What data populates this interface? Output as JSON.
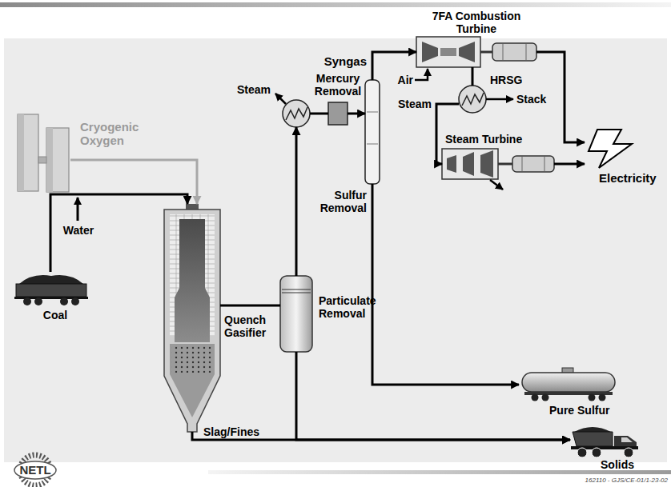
{
  "diagram": {
    "nodes": [
      {
        "text": [
          "Cryogenic Oxygen"
        ]
      },
      {
        "text": [
          "Coal"
        ]
      },
      {
        "text": [
          "Quench Gasifier"
        ]
      },
      {
        "text": [
          "Particulate Removal"
        ]
      },
      {
        "text": [
          "Steam"
        ]
      },
      {
        "text": [
          "Mercury Removal"
        ]
      },
      {
        "text": [
          "Sulfur Removal"
        ]
      },
      {
        "text": [
          "7FA Combustion Turbine"
        ]
      },
      {
        "text": [
          "HRSG"
        ]
      },
      {
        "text": [
          "Steam Turbine"
        ]
      },
      {
        "text": [
          "Electricity"
        ]
      },
      {
        "text": [
          "Pure Sulfur"
        ]
      },
      {
        "text": [
          "Solids"
        ]
      }
    ],
    "edges": [
      {
        "from": 0,
        "to": 2,
        "arrow": "to"
      },
      {
        "from": 1,
        "to": 2,
        "arrow": "to"
      },
      {
        "from": 2,
        "to": 3,
        "arrow": "none"
      },
      {
        "from": 3,
        "to": 4,
        "arrow": "to"
      },
      {
        "from": 4,
        "to": 5,
        "arrow": "none"
      },
      {
        "from": 5,
        "to": 6,
        "arrow": "to"
      },
      {
        "from": 6,
        "to": 7,
        "arrow": "to"
      },
      {
        "from": 6,
        "to": 11,
        "arrow": "to"
      },
      {
        "from": 2,
        "to": 12,
        "label": "Slag/Fines",
        "arrow": "to"
      },
      {
        "from": 3,
        "to": 12,
        "arrow": "to"
      },
      {
        "from": 7,
        "to": 8,
        "arrow": "none"
      },
      {
        "from": 8,
        "to": 9,
        "arrow": "to"
      },
      {
        "from": 7,
        "to": 10,
        "arrow": "to"
      },
      {
        "from": 9,
        "to": 10,
        "arrow": "to"
      }
    ],
    "labels": [
      "Syngas",
      "Water",
      "Air",
      "Steam",
      "Stack",
      "NETL",
      "162110 - GJS/CE-01/1-23-02"
    ]
  }
}
